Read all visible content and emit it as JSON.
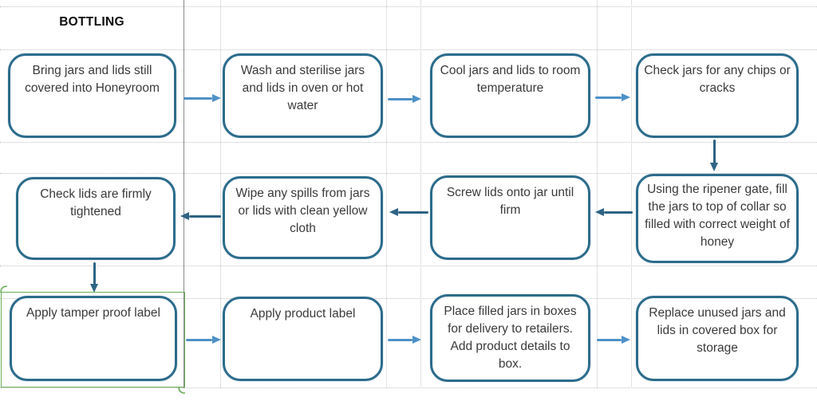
{
  "title": "BOTTLING",
  "selected_box": "Apply tamper proof label",
  "colors": {
    "box_border": "#2c6c8c",
    "arrow_light_blue": "#4e91c8",
    "arrow_dark_blue": "#2e6384",
    "selection_green": "#6bae57",
    "gridline": "#c3c3c3",
    "text": "#3a3a3a"
  },
  "flowchart": {
    "rows": [
      {
        "flow_direction": "left-to-right",
        "boxes": [
          "Bring jars and lids still covered into Honeyroom",
          "Wash and sterilise jars and lids in oven or hot water",
          "Cool jars and lids to room temperature",
          "Check jars for any chips or cracks"
        ]
      },
      {
        "flow_direction": "right-to-left",
        "boxes": [
          "Check lids are firmly tightened",
          "Wipe any spills from jars or lids with clean yellow cloth",
          "Screw lids onto jar until firm",
          "Using the ripener gate, fill the jars to top of collar so filled with correct weight of honey"
        ]
      },
      {
        "flow_direction": "left-to-right",
        "boxes": [
          "Apply tamper proof label",
          "Apply product label",
          "Place filled jars in boxes for delivery to retailers. Add product details to box.",
          "Replace unused jars and lids in covered box for storage"
        ]
      }
    ],
    "inter_row_connectors": [
      "Check jars for any chips or cracks -> Using the ripener gate (down arrow)",
      "Check lids are firmly tightened -> Apply tamper proof label (down arrow)"
    ]
  }
}
